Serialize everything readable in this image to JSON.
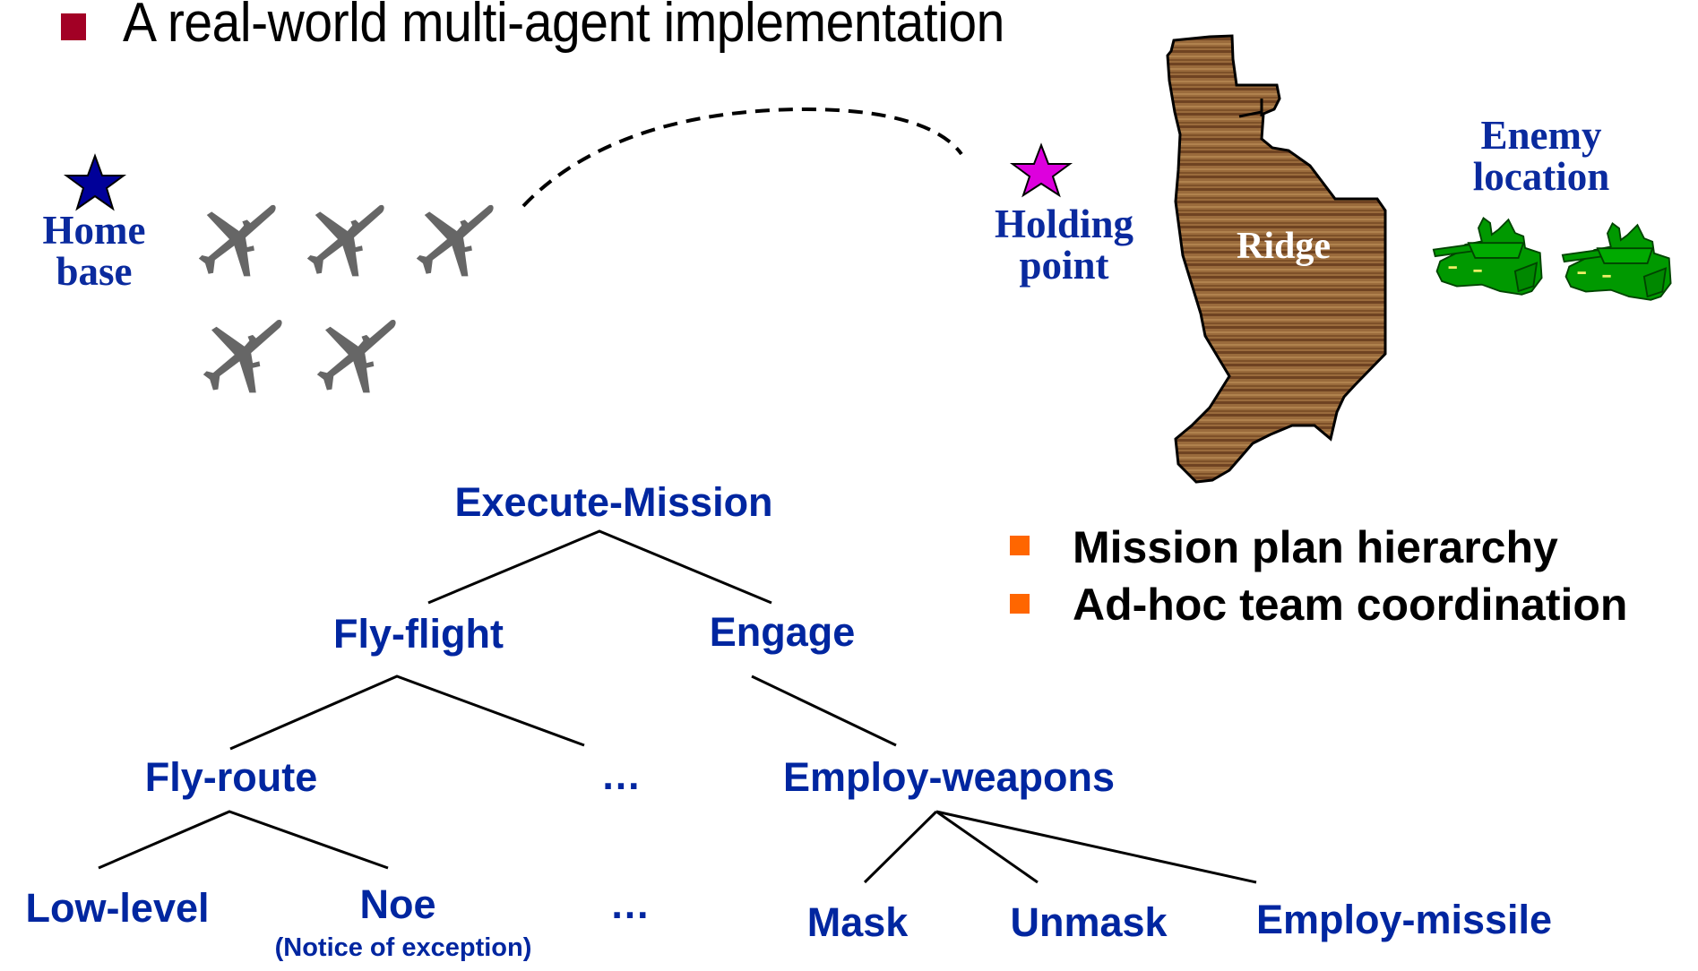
{
  "title": {
    "text": "A real-world multi-agent implementation",
    "bullet_color": "#a20025"
  },
  "scene": {
    "home_base": {
      "label_line1": "Home",
      "label_line2": "base",
      "star_color": "#000099"
    },
    "planes": {
      "count": 5,
      "icon": "airplane-icon",
      "color": "#666666"
    },
    "flight_path": {
      "style": "dashed"
    },
    "holding_point": {
      "label_line1": "Holding",
      "label_line2": "point",
      "star_color": "#dd00dd"
    },
    "ridge": {
      "label": "Ridge"
    },
    "enemy": {
      "label_line1": "Enemy",
      "label_line2": "location",
      "tank_count": 2,
      "tank_color": "#009900"
    }
  },
  "bullets": {
    "color": "#ff6600",
    "items": [
      "Mission plan hierarchy",
      "Ad-hoc team coordination"
    ]
  },
  "tree": {
    "root": "Execute-Mission",
    "level1": [
      "Fly-flight",
      "Engage"
    ],
    "level2": [
      "Fly-route",
      "…",
      "Employ-weapons"
    ],
    "level3": [
      "Low-level",
      "Noe",
      "…",
      "Mask",
      "Unmask",
      "Employ-missile"
    ],
    "noe_note": "(Notice of exception)",
    "text_color": "#0026a0"
  }
}
